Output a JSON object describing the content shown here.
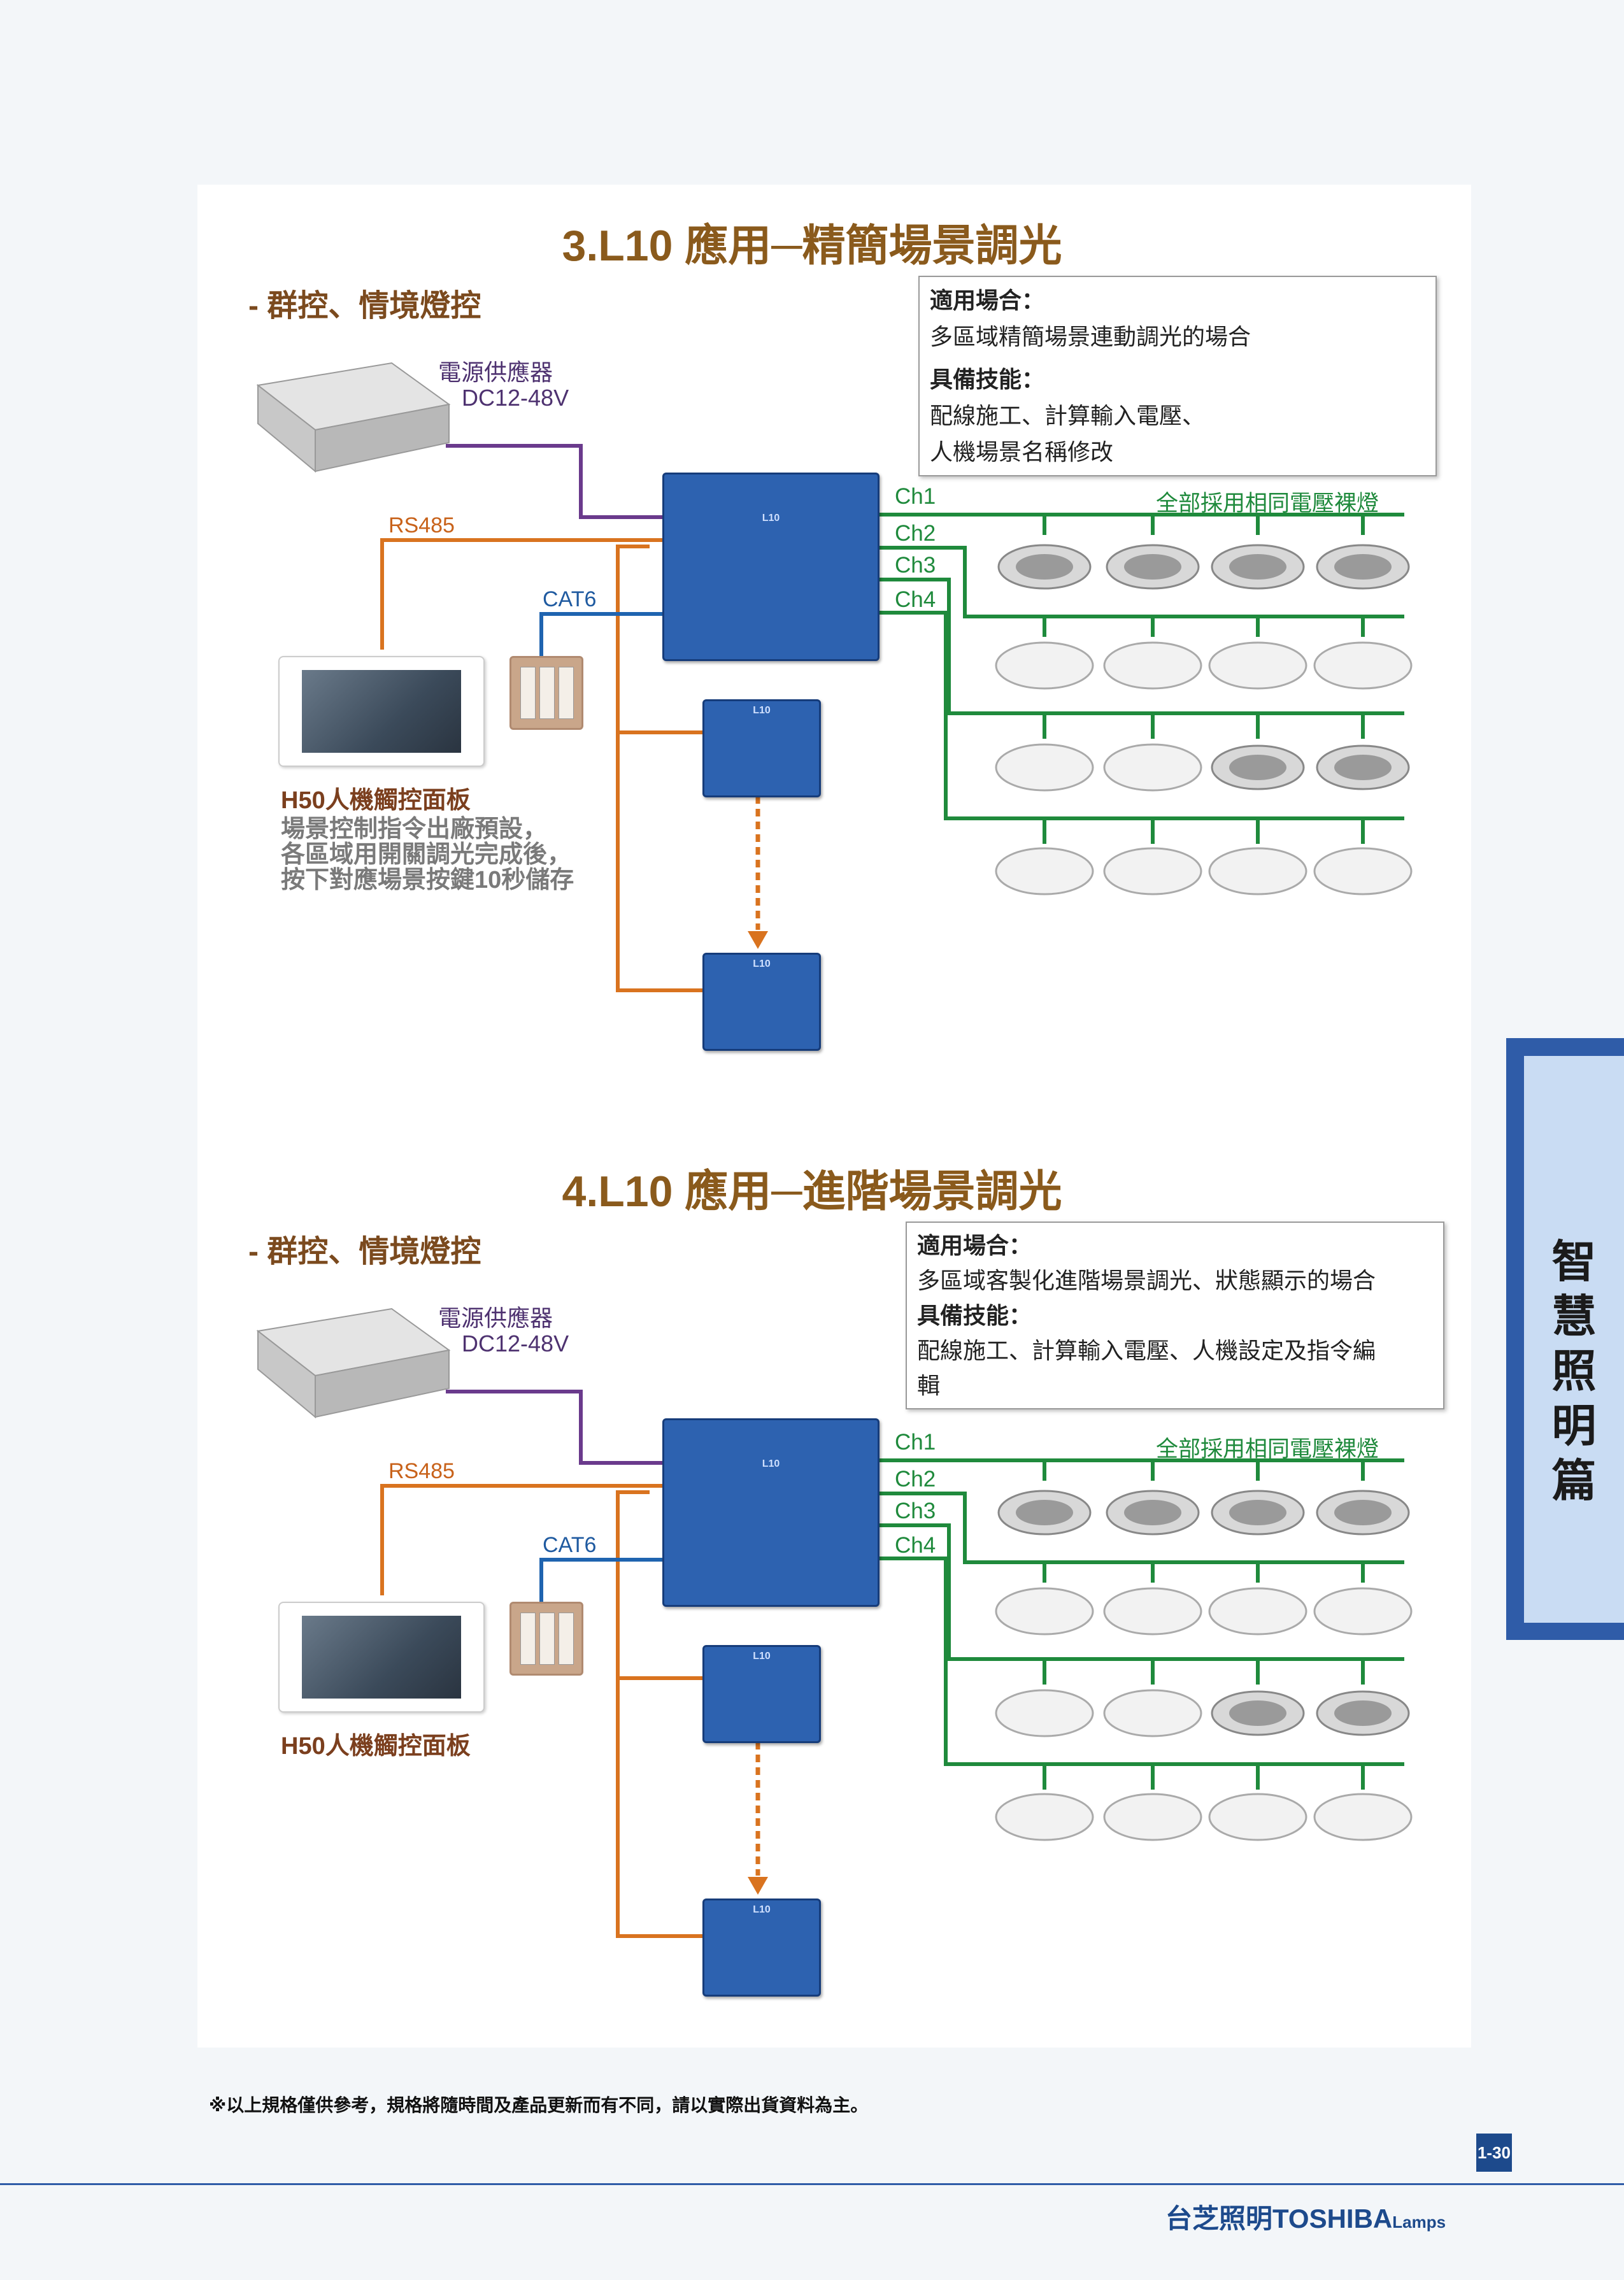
{
  "section1": {
    "title": "3.L10 應用─精簡場景調光",
    "subtitle": "- 群控、情境燈控",
    "box": {
      "h1": "適用場合：",
      "t1": "多區域精簡場景連動調光的場合",
      "h2": "具備技能：",
      "t2a": "配線施工、計算輸入電壓、",
      "t2b": "人機場景名稱修改"
    },
    "psu_label": "電源供應器",
    "psu_voltage": "DC12-48V",
    "rs485": "RS485",
    "cat6": "CAT6",
    "ch1": "Ch1",
    "ch2": "Ch2",
    "ch3": "Ch3",
    "ch4": "Ch4",
    "same_voltage": "全部採用相同電壓裸燈",
    "panel_label": "H50人機觸控面板",
    "desc1": "場景控制指令出廠預設，",
    "desc2": "各區域用開關調光完成後，",
    "desc3": "按下對應場景按鍵10秒儲存"
  },
  "section2": {
    "title": "4.L10 應用─進階場景調光",
    "subtitle": "- 群控、情境燈控",
    "box": {
      "h1": "適用場合：",
      "t1": "多區域客製化進階場景調光、狀態顯示的場合",
      "h2": "具備技能：",
      "t2a": "配線施工、計算輸入電壓、人機設定及指令編",
      "t2b": "輯"
    },
    "psu_label": "電源供應器",
    "psu_voltage": "DC12-48V",
    "rs485": "RS485",
    "cat6": "CAT6",
    "ch1": "Ch1",
    "ch2": "Ch2",
    "ch3": "Ch3",
    "ch4": "Ch4",
    "same_voltage": "全部採用相同電壓裸燈",
    "panel_label": "H50人機觸控面板"
  },
  "controller_label": "L10",
  "side_tab": "智慧照明篇",
  "footnote": "※以上規格僅供參考，規格將隨時間及產品更新而有不同，請以實際出貨資料為主。",
  "page_number": "1-30",
  "brand": "台芝照明TOSHIBA",
  "brand_suffix": "Lamps",
  "colors": {
    "purple": "#6a3a8c",
    "orange": "#d9731f",
    "blue": "#1f64b0",
    "green": "#1f8a3c",
    "title": "#8a5a1c"
  }
}
